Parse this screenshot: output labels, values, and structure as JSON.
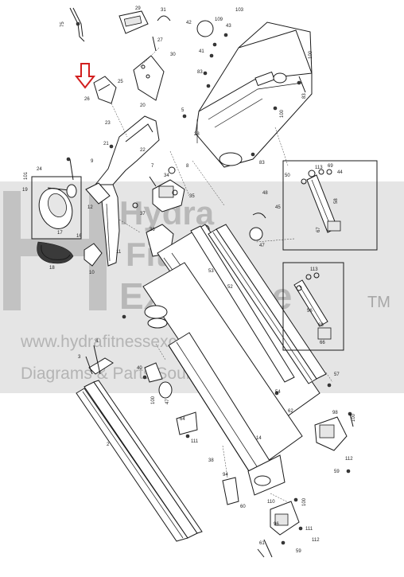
{
  "watermark": {
    "brand_line1": "Hydra",
    "brand_line2": "Fitness",
    "brand_line3": "Exchange",
    "trademark": "TM",
    "url": "www.hydrafitnessexchange.com",
    "tagline": "Diagrams & Parts Sourcing"
  },
  "colors": {
    "watermark_band": "#d0d0d0",
    "watermark_text": "#b4b4b4",
    "arrow": "#d21f1f",
    "line": "#1a1a1a"
  },
  "callouts": [
    {
      "id": "c75",
      "text": "75"
    },
    {
      "id": "c29",
      "text": "29"
    },
    {
      "id": "c31",
      "text": "31"
    },
    {
      "id": "c42",
      "text": "42"
    },
    {
      "id": "c109",
      "text": "109"
    },
    {
      "id": "c103",
      "text": "103"
    },
    {
      "id": "c27a",
      "text": "27"
    },
    {
      "id": "c30",
      "text": "30"
    },
    {
      "id": "c43",
      "text": "43"
    },
    {
      "id": "c41",
      "text": "41"
    },
    {
      "id": "c100a",
      "text": "100"
    },
    {
      "id": "c83a",
      "text": "83"
    },
    {
      "id": "c83b",
      "text": "83"
    },
    {
      "id": "c25",
      "text": "25"
    },
    {
      "id": "c26",
      "text": "26"
    },
    {
      "id": "c20",
      "text": "20"
    },
    {
      "id": "c23",
      "text": "23"
    },
    {
      "id": "c5",
      "text": "5"
    },
    {
      "id": "c28",
      "text": "28"
    },
    {
      "id": "c100b",
      "text": "100"
    },
    {
      "id": "c83c",
      "text": "83"
    },
    {
      "id": "c21",
      "text": "21"
    },
    {
      "id": "c22",
      "text": "22"
    },
    {
      "id": "c9",
      "text": "9"
    },
    {
      "id": "c7",
      "text": "7"
    },
    {
      "id": "c8",
      "text": "8"
    },
    {
      "id": "c101",
      "text": "101"
    },
    {
      "id": "c24",
      "text": "24"
    },
    {
      "id": "c19",
      "text": "19"
    },
    {
      "id": "c12",
      "text": "12"
    },
    {
      "id": "c17",
      "text": "17"
    },
    {
      "id": "c16",
      "text": "16"
    },
    {
      "id": "c18",
      "text": "18"
    },
    {
      "id": "c10",
      "text": "10"
    },
    {
      "id": "c11",
      "text": "11"
    },
    {
      "id": "c37",
      "text": "37"
    },
    {
      "id": "c36",
      "text": "36"
    },
    {
      "id": "c35",
      "text": "35"
    },
    {
      "id": "c34",
      "text": "34"
    },
    {
      "id": "c48",
      "text": "48"
    },
    {
      "id": "c45",
      "text": "45"
    },
    {
      "id": "c47",
      "text": "47"
    },
    {
      "id": "c53",
      "text": "53"
    },
    {
      "id": "c52",
      "text": "52"
    },
    {
      "id": "c50",
      "text": "50"
    },
    {
      "id": "c113a",
      "text": "113"
    },
    {
      "id": "c69",
      "text": "69"
    },
    {
      "id": "c44",
      "text": "44"
    },
    {
      "id": "c58",
      "text": "58"
    },
    {
      "id": "c67",
      "text": "67"
    },
    {
      "id": "c113b",
      "text": "113"
    },
    {
      "id": "c56",
      "text": "56"
    },
    {
      "id": "c68",
      "text": "68"
    },
    {
      "id": "c66",
      "text": "66"
    },
    {
      "id": "c4",
      "text": "4"
    },
    {
      "id": "c3",
      "text": "3"
    },
    {
      "id": "c40",
      "text": "40"
    },
    {
      "id": "c100c",
      "text": "100"
    },
    {
      "id": "c47b",
      "text": "47"
    },
    {
      "id": "c54",
      "text": "54"
    },
    {
      "id": "c57",
      "text": "57"
    },
    {
      "id": "c62",
      "text": "62"
    },
    {
      "id": "c98",
      "text": "98"
    },
    {
      "id": "c100d",
      "text": "100"
    },
    {
      "id": "c2",
      "text": "2"
    },
    {
      "id": "c64",
      "text": "64"
    },
    {
      "id": "c111a",
      "text": "111"
    },
    {
      "id": "c14",
      "text": "14"
    },
    {
      "id": "c38",
      "text": "38"
    },
    {
      "id": "c94",
      "text": "94"
    },
    {
      "id": "c60",
      "text": "60"
    },
    {
      "id": "c59",
      "text": "59"
    },
    {
      "id": "c112",
      "text": "112"
    },
    {
      "id": "c110",
      "text": "110"
    },
    {
      "id": "c100e",
      "text": "100"
    },
    {
      "id": "c96",
      "text": "96"
    },
    {
      "id": "c111b",
      "text": "111"
    },
    {
      "id": "c61",
      "text": "61"
    },
    {
      "id": "c59b",
      "text": "59"
    },
    {
      "id": "c112b",
      "text": "112"
    }
  ]
}
